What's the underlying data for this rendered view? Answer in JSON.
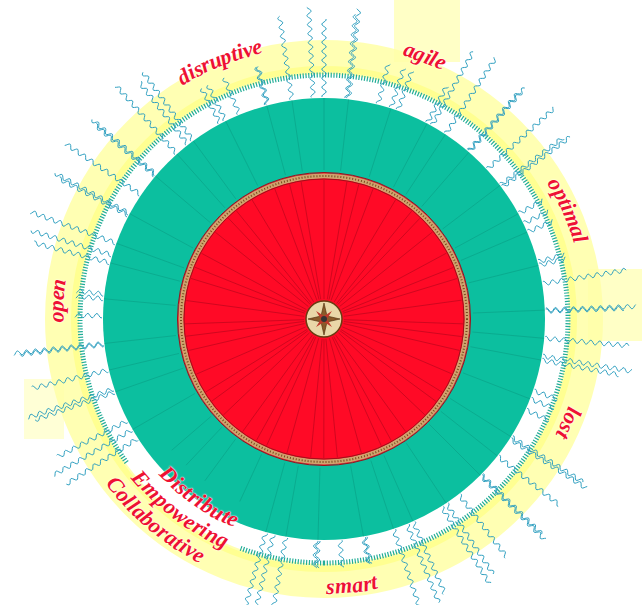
{
  "diagram": {
    "labels": [
      "disruptive",
      "agile",
      "optimal",
      "lost",
      "smart",
      "Distribute",
      "Empowering",
      "Collaborative",
      "open"
    ]
  }
}
